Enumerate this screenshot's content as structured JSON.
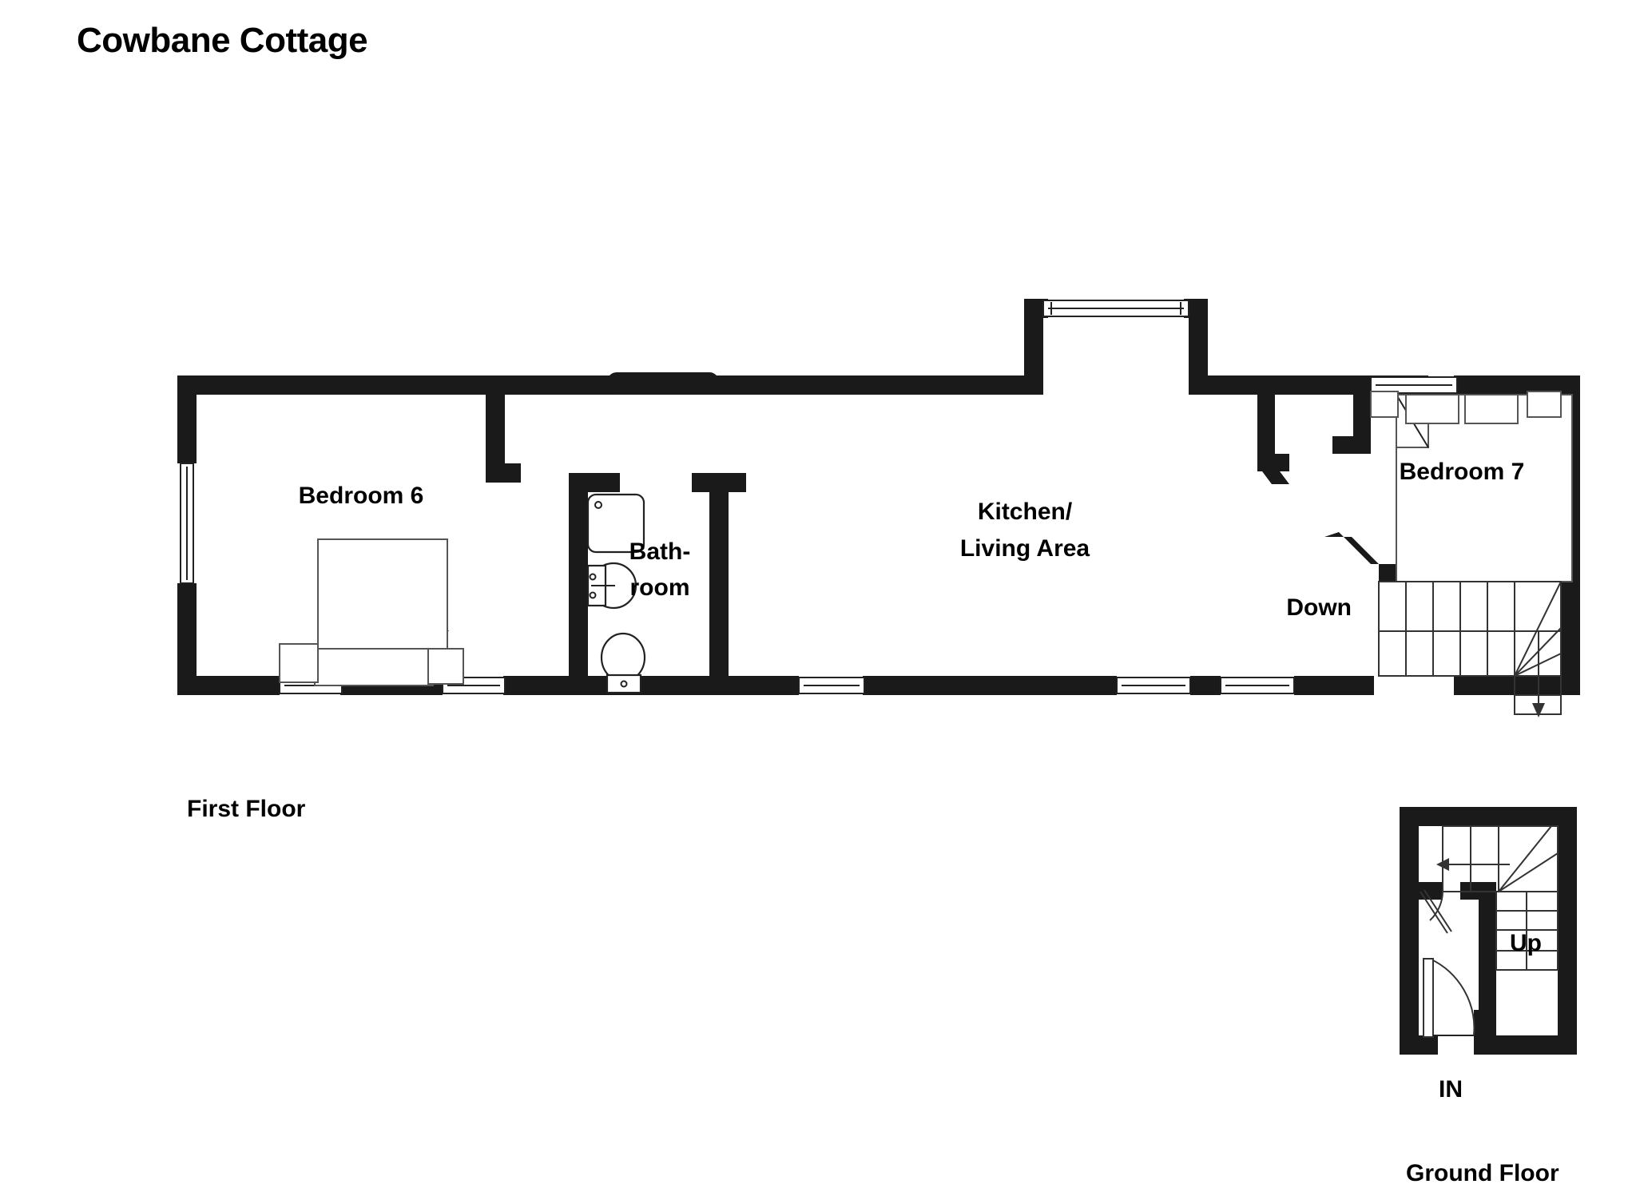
{
  "title": "Cowbane Cottage",
  "floors": {
    "first": {
      "label": "First Floor",
      "rooms": [
        {
          "name": "Bedroom 6",
          "label": "Bedroom 6"
        },
        {
          "name": "Bathroom",
          "label_line1": "Bath-",
          "label_line2": "room"
        },
        {
          "name": "Kitchen/Living Area",
          "label_line1": "Kitchen/",
          "label_line2": "Living Area"
        },
        {
          "name": "Bedroom 7",
          "label": "Bedroom 7"
        }
      ],
      "stairs_label": "Down"
    },
    "ground": {
      "label": "Ground Floor",
      "entrance_label": "IN",
      "stairs_label": "Up"
    }
  },
  "colors": {
    "wall": "#1a1a1a",
    "background": "#ffffff",
    "furniture_stroke": "#555555",
    "text": "#000000"
  }
}
